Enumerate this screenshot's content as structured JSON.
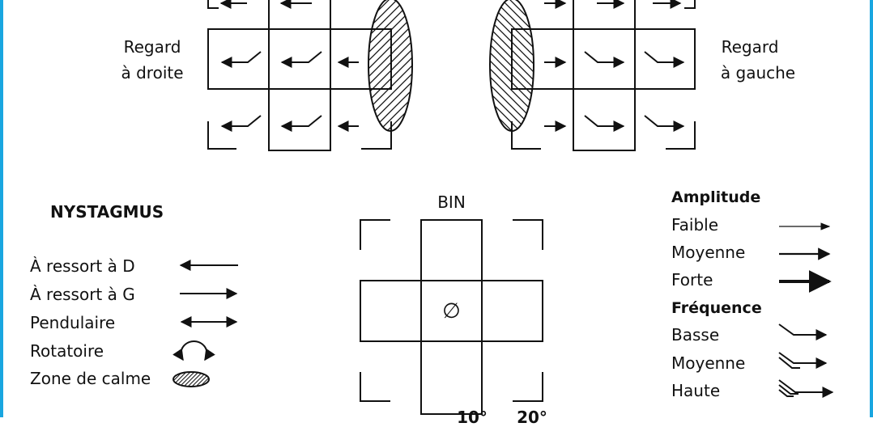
{
  "colors": {
    "frame_accent": "#19a6e0",
    "ink": "#111111",
    "background": "#ffffff"
  },
  "left_panel": {
    "label_line1": "Regard",
    "label_line2": "à droite"
  },
  "right_panel": {
    "label_line1": "Regard",
    "label_line2": "à gauche"
  },
  "bin_panel": {
    "title": "BIN",
    "center_symbol": "∅",
    "bottom_labels": [
      "10°",
      "20°"
    ]
  },
  "nystagmus_legend": {
    "title": "NYSTAGMUS",
    "items": [
      {
        "label": "À ressort à D",
        "icon": "arrow-left-icon"
      },
      {
        "label": "À ressort à G",
        "icon": "arrow-right-icon"
      },
      {
        "label": "Pendulaire",
        "icon": "double-arrow-icon"
      },
      {
        "label": "Rotatoire",
        "icon": "rotation-icon"
      },
      {
        "label": "Zone de calme",
        "icon": "hatched-ellipse-icon"
      }
    ]
  },
  "amplitude_legend": {
    "title": "Amplitude",
    "items": [
      {
        "label": "Faible",
        "icon": "thin-arrow-icon"
      },
      {
        "label": "Moyenne",
        "icon": "medium-arrow-icon"
      },
      {
        "label": "Forte",
        "icon": "thick-arrow-icon"
      }
    ]
  },
  "frequency_legend": {
    "title": "Fréquence",
    "items": [
      {
        "label": "Basse",
        "icon": "low-frequency-arrow-icon"
      },
      {
        "label": "Moyenne",
        "icon": "medium-frequency-arrow-icon"
      },
      {
        "label": "Haute",
        "icon": "high-frequency-arrow-icon"
      }
    ]
  }
}
